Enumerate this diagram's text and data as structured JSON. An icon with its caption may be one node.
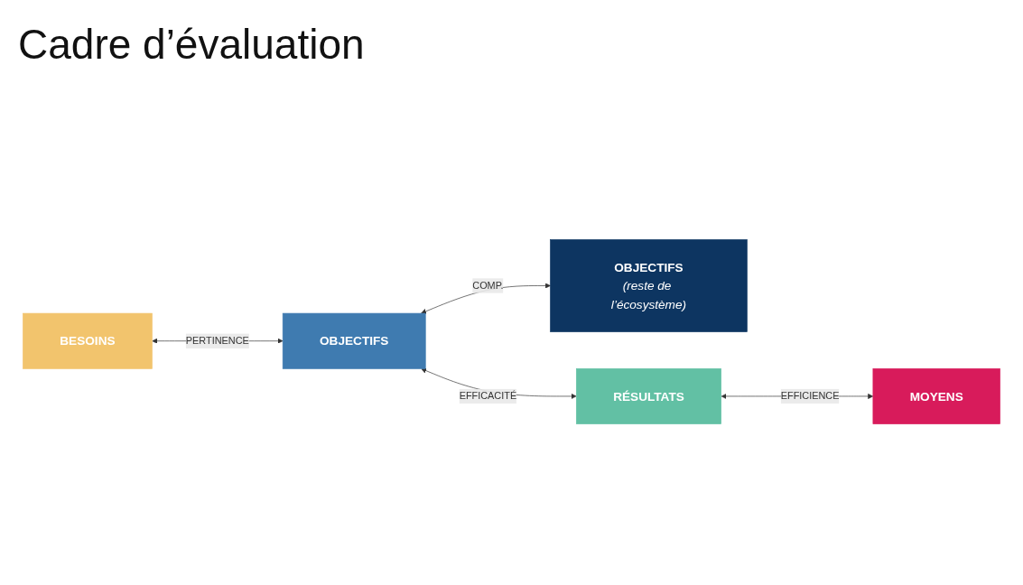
{
  "diagram": {
    "title": "Cadre d’évaluation",
    "nodes": [
      {
        "text": [
          "OBJECTIFS",
          "(reste de l’écosystème)"
        ]
      },
      {
        "text": [
          "BESOINS"
        ]
      },
      {
        "text": [
          "OBJECTIFS"
        ]
      },
      {
        "text": [
          "RÉSULTATS"
        ]
      },
      {
        "text": [
          "MOYENS"
        ]
      }
    ],
    "edges": [
      {
        "from": 1,
        "to": 2,
        "arrow": "both",
        "label": "PERTINENCE"
      },
      {
        "from": 2,
        "to": 0,
        "arrow": "both",
        "label": "COMP."
      },
      {
        "from": 2,
        "to": 3,
        "arrow": "both",
        "label": "EFFICACITÉ"
      },
      {
        "from": 3,
        "to": 4,
        "arrow": "both",
        "label": "EFFICIENCE"
      }
    ]
  }
}
